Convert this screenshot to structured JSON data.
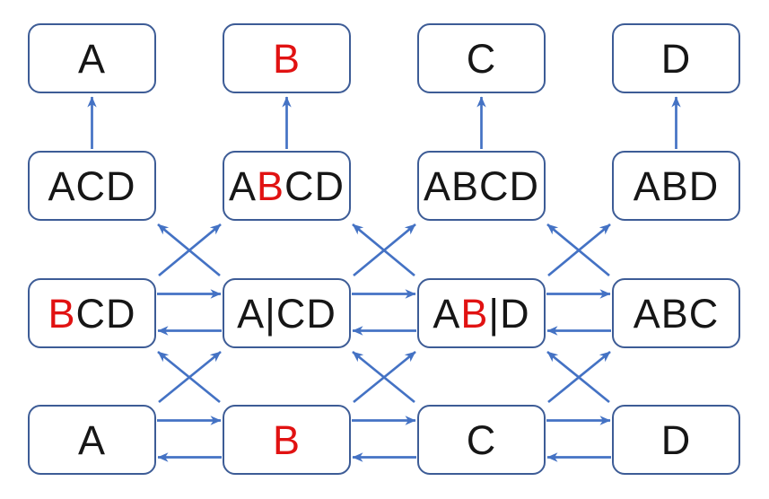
{
  "diagram": {
    "description": "Four-column alignment lattice diagram: bottom tokens A B C D point up through merge states to top outputs A B C D",
    "palette": {
      "background": "#ffffff",
      "box_fill": "#ffffff",
      "box_border": "#3d5c96",
      "arrow": "#4472c4",
      "text_black": "#161616",
      "text_red": "#e11212"
    },
    "nodes": [
      {
        "id": "t1",
        "row": 0,
        "col": 0,
        "segments": [
          {
            "t": "A",
            "c": "black"
          }
        ]
      },
      {
        "id": "t2",
        "row": 0,
        "col": 1,
        "segments": [
          {
            "t": "B",
            "c": "red"
          }
        ]
      },
      {
        "id": "t3",
        "row": 0,
        "col": 2,
        "segments": [
          {
            "t": "C",
            "c": "black"
          }
        ]
      },
      {
        "id": "t4",
        "row": 0,
        "col": 3,
        "segments": [
          {
            "t": "D",
            "c": "black"
          }
        ]
      },
      {
        "id": "m1",
        "row": 1,
        "col": 0,
        "segments": [
          {
            "t": "ACD",
            "c": "black"
          }
        ]
      },
      {
        "id": "m2",
        "row": 1,
        "col": 1,
        "segments": [
          {
            "t": "A",
            "c": "black"
          },
          {
            "t": "B",
            "c": "red"
          },
          {
            "t": "CD",
            "c": "black"
          }
        ]
      },
      {
        "id": "m3",
        "row": 1,
        "col": 2,
        "segments": [
          {
            "t": "ABCD",
            "c": "black"
          }
        ]
      },
      {
        "id": "m4",
        "row": 1,
        "col": 3,
        "segments": [
          {
            "t": "ABD",
            "c": "black"
          }
        ]
      },
      {
        "id": "s1",
        "row": 2,
        "col": 0,
        "segments": [
          {
            "t": "B",
            "c": "red"
          },
          {
            "t": "CD",
            "c": "black"
          }
        ]
      },
      {
        "id": "s2",
        "row": 2,
        "col": 1,
        "segments": [
          {
            "t": "A|CD",
            "c": "black"
          }
        ]
      },
      {
        "id": "s3",
        "row": 2,
        "col": 2,
        "segments": [
          {
            "t": "A",
            "c": "black"
          },
          {
            "t": "B",
            "c": "red"
          },
          {
            "t": "|D",
            "c": "black"
          }
        ]
      },
      {
        "id": "s4",
        "row": 2,
        "col": 3,
        "segments": [
          {
            "t": "ABC",
            "c": "black"
          }
        ]
      },
      {
        "id": "b1",
        "row": 3,
        "col": 0,
        "segments": [
          {
            "t": "A",
            "c": "black"
          }
        ]
      },
      {
        "id": "b2",
        "row": 3,
        "col": 1,
        "segments": [
          {
            "t": "B",
            "c": "red"
          }
        ]
      },
      {
        "id": "b3",
        "row": 3,
        "col": 2,
        "segments": [
          {
            "t": "C",
            "c": "black"
          }
        ]
      },
      {
        "id": "b4",
        "row": 3,
        "col": 3,
        "segments": [
          {
            "t": "D",
            "c": "black"
          }
        ]
      }
    ],
    "edges": [
      {
        "from": "m1",
        "to": "t1"
      },
      {
        "from": "m2",
        "to": "t2"
      },
      {
        "from": "m3",
        "to": "t3"
      },
      {
        "from": "m4",
        "to": "t4"
      },
      {
        "from": "s1",
        "to": "m2"
      },
      {
        "from": "s2",
        "to": "m1"
      },
      {
        "from": "s2",
        "to": "m3"
      },
      {
        "from": "s3",
        "to": "m2"
      },
      {
        "from": "s3",
        "to": "m4"
      },
      {
        "from": "s4",
        "to": "m3"
      },
      {
        "from": "s1",
        "to": "s2"
      },
      {
        "from": "s2",
        "to": "s1"
      },
      {
        "from": "s2",
        "to": "s3"
      },
      {
        "from": "s3",
        "to": "s2"
      },
      {
        "from": "s3",
        "to": "s4"
      },
      {
        "from": "s4",
        "to": "s3"
      },
      {
        "from": "b1",
        "to": "s2"
      },
      {
        "from": "b2",
        "to": "s1"
      },
      {
        "from": "b2",
        "to": "s3"
      },
      {
        "from": "b3",
        "to": "s2"
      },
      {
        "from": "b3",
        "to": "s4"
      },
      {
        "from": "b4",
        "to": "s3"
      },
      {
        "from": "b1",
        "to": "b2"
      },
      {
        "from": "b2",
        "to": "b1"
      },
      {
        "from": "b2",
        "to": "b3"
      },
      {
        "from": "b3",
        "to": "b2"
      },
      {
        "from": "b3",
        "to": "b4"
      },
      {
        "from": "b4",
        "to": "b3"
      }
    ]
  }
}
